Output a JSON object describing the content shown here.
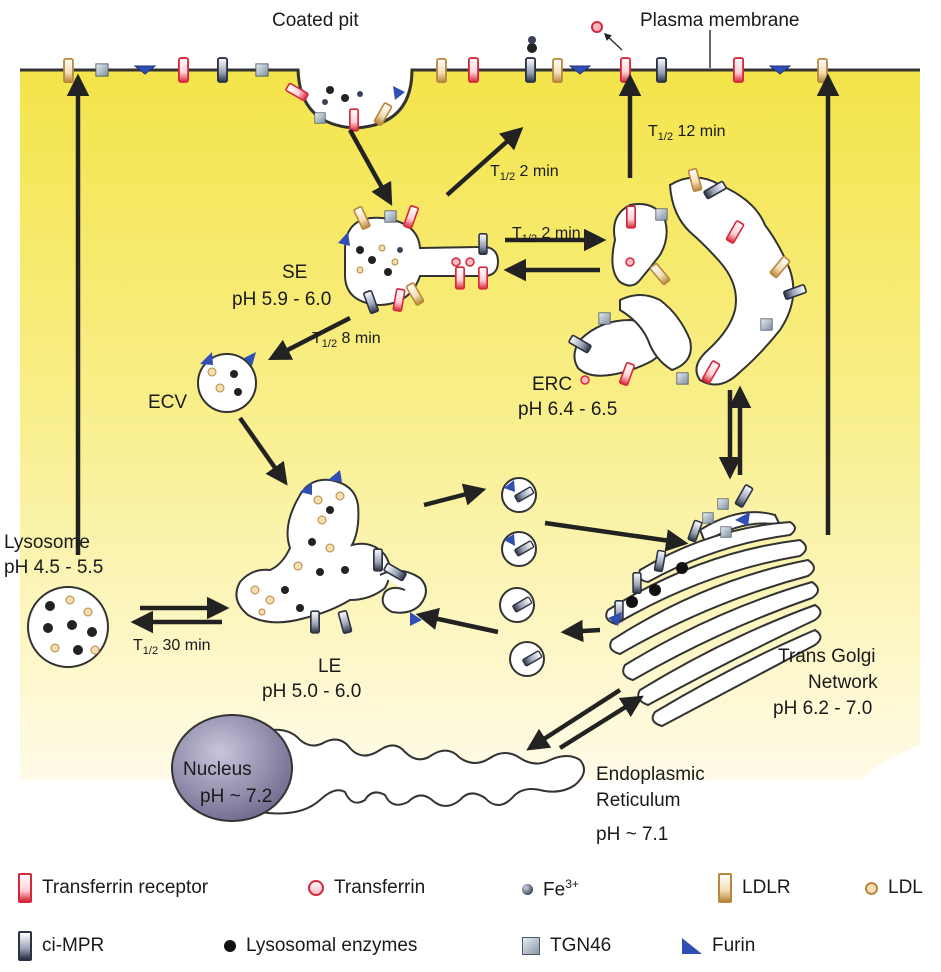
{
  "labels": {
    "coated_pit": "Coated pit",
    "plasma_membrane": "Plasma membrane",
    "se": "SE",
    "se_ph": "pH 5.9 - 6.0",
    "ecv": "ECV",
    "erc": "ERC",
    "erc_ph": "pH 6.4 - 6.5",
    "lysosome": "Lysosome",
    "lysosome_ph": "pH 4.5 - 5.5",
    "le": "LE",
    "le_ph": "pH 5.0 - 6.0",
    "tgn_1": "Trans Golgi",
    "tgn_2": "Network",
    "tgn_ph": "pH 6.2 - 7.0",
    "nucleus": "Nucleus",
    "nucleus_ph": "pH ~ 7.2",
    "er_1": "Endoplasmic",
    "er_2": "Reticulum",
    "er_ph": "pH ~ 7.1"
  },
  "rates": {
    "pm_12": {
      "t": "T",
      "sub": "1/2",
      "rest": " 12 min"
    },
    "se_pm": {
      "t": "T",
      "sub": "1/2",
      "rest": " 2 min"
    },
    "se_erc": {
      "t": "T",
      "sub": "1/2",
      "rest": " 2 min"
    },
    "se_le": {
      "t": "T",
      "sub": "1/2",
      "rest": " 8 min"
    },
    "lys_le": {
      "t": "T",
      "sub": "1/2",
      "rest": "  30 min"
    }
  },
  "legend": {
    "transferrin_receptor": "Transferrin receptor",
    "transferrin": "Transferrin",
    "fe_base": "Fe",
    "fe_sup": "3+",
    "ldlr": "LDLR",
    "ldl": "LDL",
    "ci_mpr": "ci-MPR",
    "lysosomal_enzymes": "Lysosomal enzymes",
    "tgn46": "TGN46",
    "furin": "Furin"
  },
  "colors": {
    "cytoplasm_top": "#f4e64a",
    "cytoplasm_bottom": "#fffbe6",
    "transferrin_receptor": "#d6283a",
    "ldlr": "#b8873d",
    "ci_mpr": "#2c3242",
    "furin": "#2f4fb5",
    "nucleus": "#8e8aa6",
    "arrow": "#222222"
  }
}
